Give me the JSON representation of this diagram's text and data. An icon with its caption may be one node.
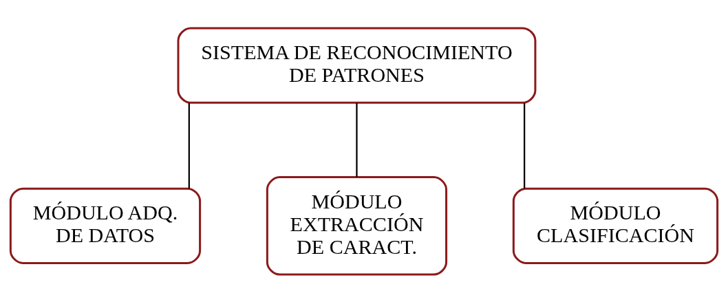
{
  "diagram": {
    "nodes": [
      {
        "text": [
          "SISTEMA DE RECONOCIMIENTO DE PATRONES"
        ]
      },
      {
        "text": [
          "MÓDULO ADQ. DE DATOS"
        ]
      },
      {
        "text": [
          "MÓDULO EXTRACCIÓN DE CARACT."
        ]
      },
      {
        "text": [
          "MÓDULO CLASIFICACIÓN"
        ]
      }
    ],
    "edges": [
      {
        "from": 0,
        "to": 1,
        "arrow": "none"
      },
      {
        "from": 0,
        "to": 2,
        "arrow": "none"
      },
      {
        "from": 0,
        "to": 3,
        "arrow": "none"
      }
    ]
  }
}
